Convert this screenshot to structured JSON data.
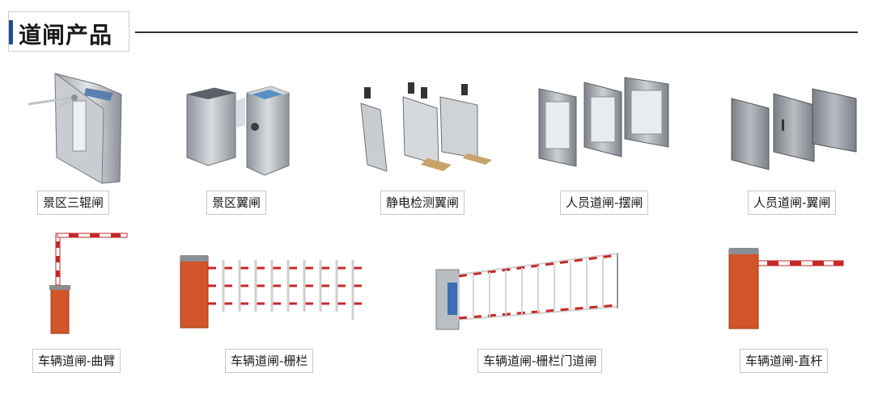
{
  "section": {
    "title": "道闸产品"
  },
  "products": [
    {
      "label": "景区三辊闸",
      "icon": "tripod-turnstile-icon"
    },
    {
      "label": "景区翼闸",
      "icon": "flap-barrier-icon"
    },
    {
      "label": "静电检测翼闸",
      "icon": "esd-flap-barrier-icon"
    },
    {
      "label": "人员道闸-摆闸",
      "icon": "swing-gate-icon"
    },
    {
      "label": "人员道闸-翼闸",
      "icon": "pedestrian-flap-gate-icon"
    },
    {
      "label": "车辆道闸-曲臂",
      "icon": "folding-arm-barrier-icon"
    },
    {
      "label": "车辆道闸-栅栏",
      "icon": "fence-arm-barrier-icon"
    },
    {
      "label": "车辆道闸-栅栏门道闸",
      "icon": "fence-gate-barrier-icon"
    },
    {
      "label": "车辆道闸-直杆",
      "icon": "straight-arm-barrier-icon"
    }
  ]
}
